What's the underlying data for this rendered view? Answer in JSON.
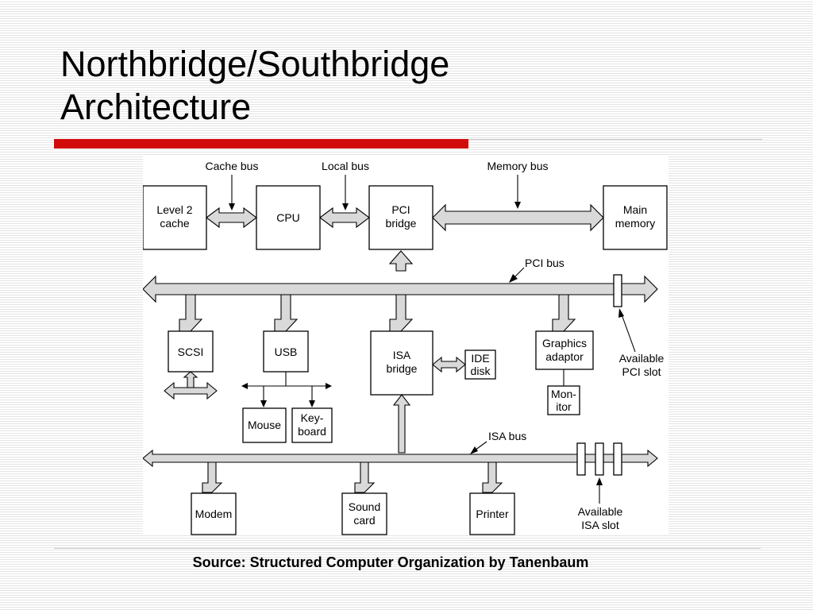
{
  "slide": {
    "title_line1": "Northbridge/Southbridge",
    "title_line2": "Architecture",
    "source": "Source: Structured Computer Organization by Tanenbaum",
    "accent_color": "#d10a0a"
  },
  "diagram": {
    "bus_labels": {
      "cache_bus": "Cache bus",
      "local_bus": "Local bus",
      "memory_bus": "Memory bus",
      "pci_bus": "PCI bus",
      "isa_bus": "ISA bus"
    },
    "components": {
      "level2_cache": [
        "Level 2",
        "cache"
      ],
      "cpu": [
        "CPU"
      ],
      "pci_bridge": [
        "PCI",
        "bridge"
      ],
      "main_memory": [
        "Main",
        "memory"
      ],
      "scsi": [
        "SCSI"
      ],
      "usb": [
        "USB"
      ],
      "isa_bridge": [
        "ISA",
        "bridge"
      ],
      "ide_disk": [
        "IDE",
        "disk"
      ],
      "graphics_adaptor": [
        "Graphics",
        "adaptor"
      ],
      "monitor": [
        "Mon-",
        "itor"
      ],
      "mouse": [
        "Mouse"
      ],
      "keyboard": [
        "Key-",
        "board"
      ],
      "modem": [
        "Modem"
      ],
      "sound_card": [
        "Sound",
        "card"
      ],
      "printer": [
        "Printer"
      ]
    },
    "annotations": {
      "available_pci_slot": [
        "Available",
        "PCI slot"
      ],
      "available_isa_slot": [
        "Available",
        "ISA slot"
      ]
    }
  }
}
